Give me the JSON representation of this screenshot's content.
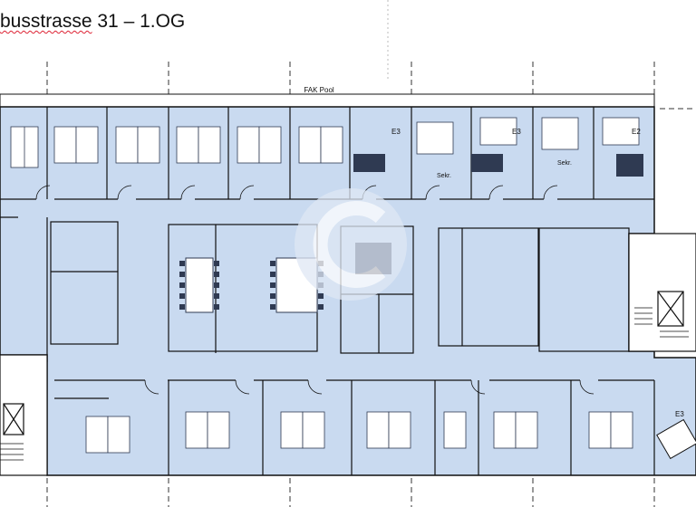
{
  "page": {
    "title_partial": "busstrasse",
    "title_rest": " 31 – 1.OG"
  },
  "plan": {
    "header_label": "FAK Pool",
    "labels": {
      "e3_top_a": "E3",
      "e3_top_b": "E3",
      "e2_top": "E2",
      "sekr_a": "Sekr.",
      "sekr_b": "Sekr.",
      "e3_right": "E3"
    },
    "colors": {
      "fill": "#c9daf0",
      "line": "#1a1a1a",
      "furniture": "#2f3a52",
      "grid": "#333333"
    },
    "watermark_icon": "copyright-c-icon"
  }
}
